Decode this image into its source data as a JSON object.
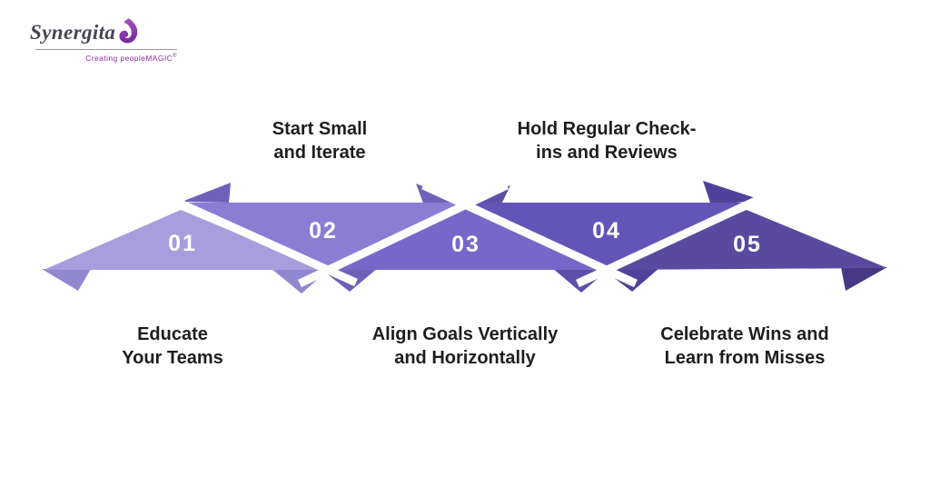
{
  "logo": {
    "brand": "Synergita",
    "tagline": "Creating peopleMAGIC",
    "registered_mark": "®"
  },
  "colors": {
    "background": "#ffffff",
    "label_text": "#1e1e1e",
    "number_text": "#ffffff",
    "logo_brand": "#4a4453",
    "logo_tagline": "#8d2f9e",
    "logo_divider": "#9b97a0",
    "logo_flame_top": "#a64fc2",
    "logo_flame_bottom": "#6f2b96"
  },
  "steps": [
    {
      "number": "01",
      "label_line1": "Educate",
      "label_line2": "Your Teams",
      "label_position": "bottom",
      "color": "#a89edd",
      "fold_color": "#9187cd"
    },
    {
      "number": "02",
      "label_line1": "Start Small",
      "label_line2": "and Iterate",
      "label_position": "top",
      "color": "#8b7dd3",
      "fold_color": "#6f60ba"
    },
    {
      "number": "03",
      "label_line1": "Align Goals Vertically",
      "label_line2": "and Horizontally",
      "label_position": "bottom",
      "color": "#7767c9",
      "fold_color": "#5e50a8"
    },
    {
      "number": "04",
      "label_line1": "Hold Regular Check-",
      "label_line2": "ins and Reviews",
      "label_position": "top",
      "color": "#6355b8",
      "fold_color": "#50429b"
    },
    {
      "number": "05",
      "label_line1": "Celebrate Wins and",
      "label_line2": "Learn from Misses",
      "label_position": "bottom",
      "color": "#594a9f",
      "fold_color": "#463883"
    }
  ]
}
